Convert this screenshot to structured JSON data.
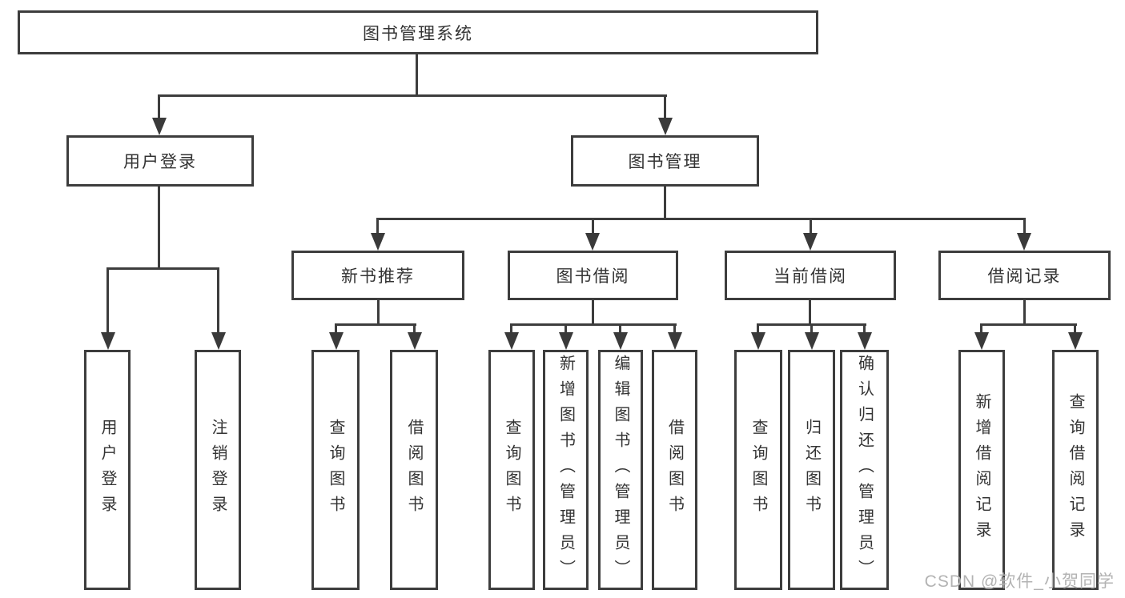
{
  "colors": {
    "line": "#3d3d3d",
    "box_border": "#3d3d3d",
    "box_background": "#ffffff",
    "text": "#333333",
    "watermark": "#b3b3b3",
    "page_background": "#ffffff"
  },
  "nodes": {
    "root": "图书管理系统",
    "user_login": "用户登录",
    "book_management": "图书管理",
    "new_book_recommend": "新书推荐",
    "book_borrow": "图书借阅",
    "current_borrow": "当前借阅",
    "borrow_records": "借阅记录"
  },
  "leaves": {
    "user_login": [
      "用户登录",
      "注销登录"
    ],
    "new_book_recommend": [
      "查询图书",
      "借阅图书"
    ],
    "book_borrow": [
      "查询图书",
      "新增图书（管理员）",
      "编辑图书（管理员）",
      "借阅图书"
    ],
    "current_borrow": [
      "查询图书",
      "归还图书",
      "确认归还（管理员）"
    ],
    "borrow_records": [
      "新增借阅记录",
      "查询借阅记录"
    ]
  },
  "watermark": "CSDN @软件_小贺同学"
}
